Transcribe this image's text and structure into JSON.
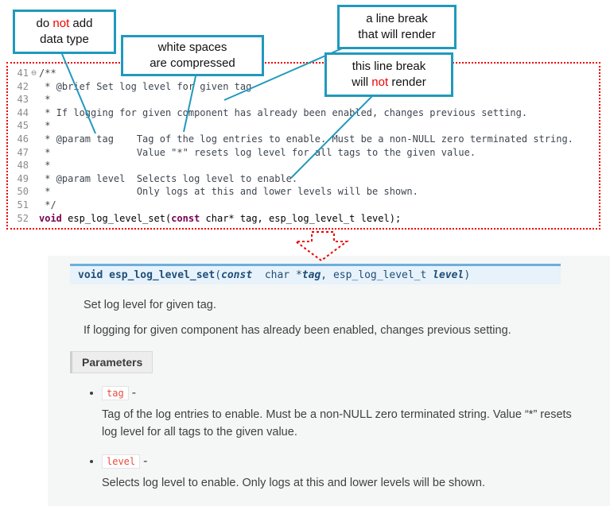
{
  "accent": {
    "teal": "#2199bc",
    "red": "#f00000"
  },
  "callouts": {
    "box1": {
      "l1a": "do ",
      "l1b": "not",
      "l1c": " add",
      "l2": "data type"
    },
    "box2": {
      "l1": "white spaces",
      "l2": "are  compressed"
    },
    "box3": {
      "l1": "a line break",
      "l2": "that will render"
    },
    "box4": {
      "l1": "this line break",
      "l2a": "will ",
      "l2b": "not",
      "l2c": " render"
    }
  },
  "code": {
    "lines": [
      {
        "num": "41",
        "fold": "⊖",
        "text": "/**"
      },
      {
        "num": "42",
        "fold": "",
        "text": " * @brief Set log level for given tag"
      },
      {
        "num": "43",
        "fold": "",
        "text": " *"
      },
      {
        "num": "44",
        "fold": "",
        "text": " * If logging for given component has already been enabled, changes previous setting."
      },
      {
        "num": "45",
        "fold": "",
        "text": " *"
      },
      {
        "num": "46",
        "fold": "",
        "text": " * @param tag    Tag of the log entries to enable. Must be a non-NULL zero terminated string."
      },
      {
        "num": "47",
        "fold": "",
        "text": " *               Value \"*\" resets log level for all tags to the given value."
      },
      {
        "num": "48",
        "fold": "",
        "text": " *"
      },
      {
        "num": "49",
        "fold": "",
        "text": " * @param level  Selects log level to enable."
      },
      {
        "num": "50",
        "fold": "",
        "text": " *               Only logs at this and lower levels will be shown."
      },
      {
        "num": "51",
        "fold": "",
        "text": " */"
      }
    ],
    "line52": {
      "num": "52",
      "kw1": "void",
      "mid": " esp_log_level_set(",
      "kw2": "const",
      "rest": " char* tag, esp_log_level_t level);"
    }
  },
  "doc": {
    "signature": {
      "ret": "void ",
      "name": "esp_log_level_set",
      "lp": "(",
      "const_kw": "const ",
      "type1": " char *",
      "p1": "tag",
      "sep": ", ",
      "type2": "esp_log_level_t ",
      "p2": "level",
      "rp": ")"
    },
    "brief": "Set log level for given tag.",
    "details": "If logging for given component has already been enabled, changes previous setting.",
    "params_label": "Parameters",
    "params": [
      {
        "name": "tag",
        "dash": "-",
        "desc": "Tag of the log entries to enable. Must be a non-NULL zero terminated string. Value “*” resets log level for all tags to the given value."
      },
      {
        "name": "level",
        "dash": "-",
        "desc": "Selects log level to enable. Only logs at this and lower levels will be shown."
      }
    ]
  }
}
